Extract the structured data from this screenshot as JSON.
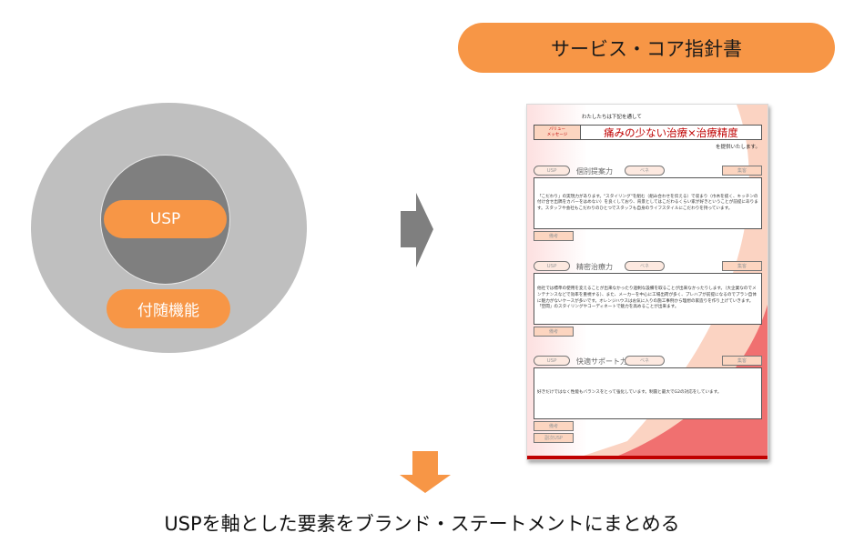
{
  "left_diagram": {
    "core_label": "USP",
    "outer_label": "付随機能",
    "colors": {
      "outer": "#bfbfbf",
      "inner": "#7f7f7f",
      "pill": "#f79646"
    }
  },
  "header": {
    "title": "サービス・コア指針書"
  },
  "document": {
    "intro": "わたしたちは下記を通して",
    "value_message_label": "バリュー\nメッセージ",
    "value_message": "痛みの少ない治療×治療精度",
    "provide": "を提供いたします。",
    "sections": [
      {
        "usp_tag": "USP",
        "title": "個別提案力",
        "bene_tag": "ベネ",
        "shukaku_tag": "集客",
        "body": "「こだわり」の実現力があります。\"スタイリング\"を組む（組み合わせを伝える）で収まり（巾木を抜く、キッチンの付け合せ出隅をカバーをはめない）を良くしており、背景としてはこだわるくらい家が好きということが前提にあります。スタッフや会社もこだわりのひとつでスタッフも自身のライフスタイルにこだわりを持っています。",
        "biko_tag": "備考"
      },
      {
        "usp_tag": "USP",
        "title": "精密治療力",
        "bene_tag": "ベネ",
        "shukaku_tag": "集客",
        "body": "他社では標準の使用を変えることが出来なかったり過剰な設備を取ることが出来なかったりします。（大企業なのでメンテナンスなどで効率を重視する）、また、メーカーを中心に工場出荷が多く、プレハブが前提になるのでプラン自体に魅力がないケースが多いです。オレンジハウスはお気に入りの施工事例から理想の家造りを作り上げていきます。「空間」のスタイリングやコーディネートで魅力を高めることが出来ます。",
        "biko_tag": "備考"
      },
      {
        "usp_tag": "USP",
        "title": "快適サポート力",
        "bene_tag": "ベネ",
        "shukaku_tag": "集客",
        "body": "好きだけではなく性能もバランスをとって強化しています。制震と最大でG2の対応をしています。",
        "biko_tag": "備考",
        "fukuji_tag": "副次USP"
      }
    ],
    "colors": {
      "accent_red": "#c00000",
      "tag_fill": "#fcd5c0",
      "curve_light": "#fbd3c2",
      "curve_dark": "#f07070"
    }
  },
  "caption": "USPを軸とした要素をブランド・ステートメントにまとめる"
}
